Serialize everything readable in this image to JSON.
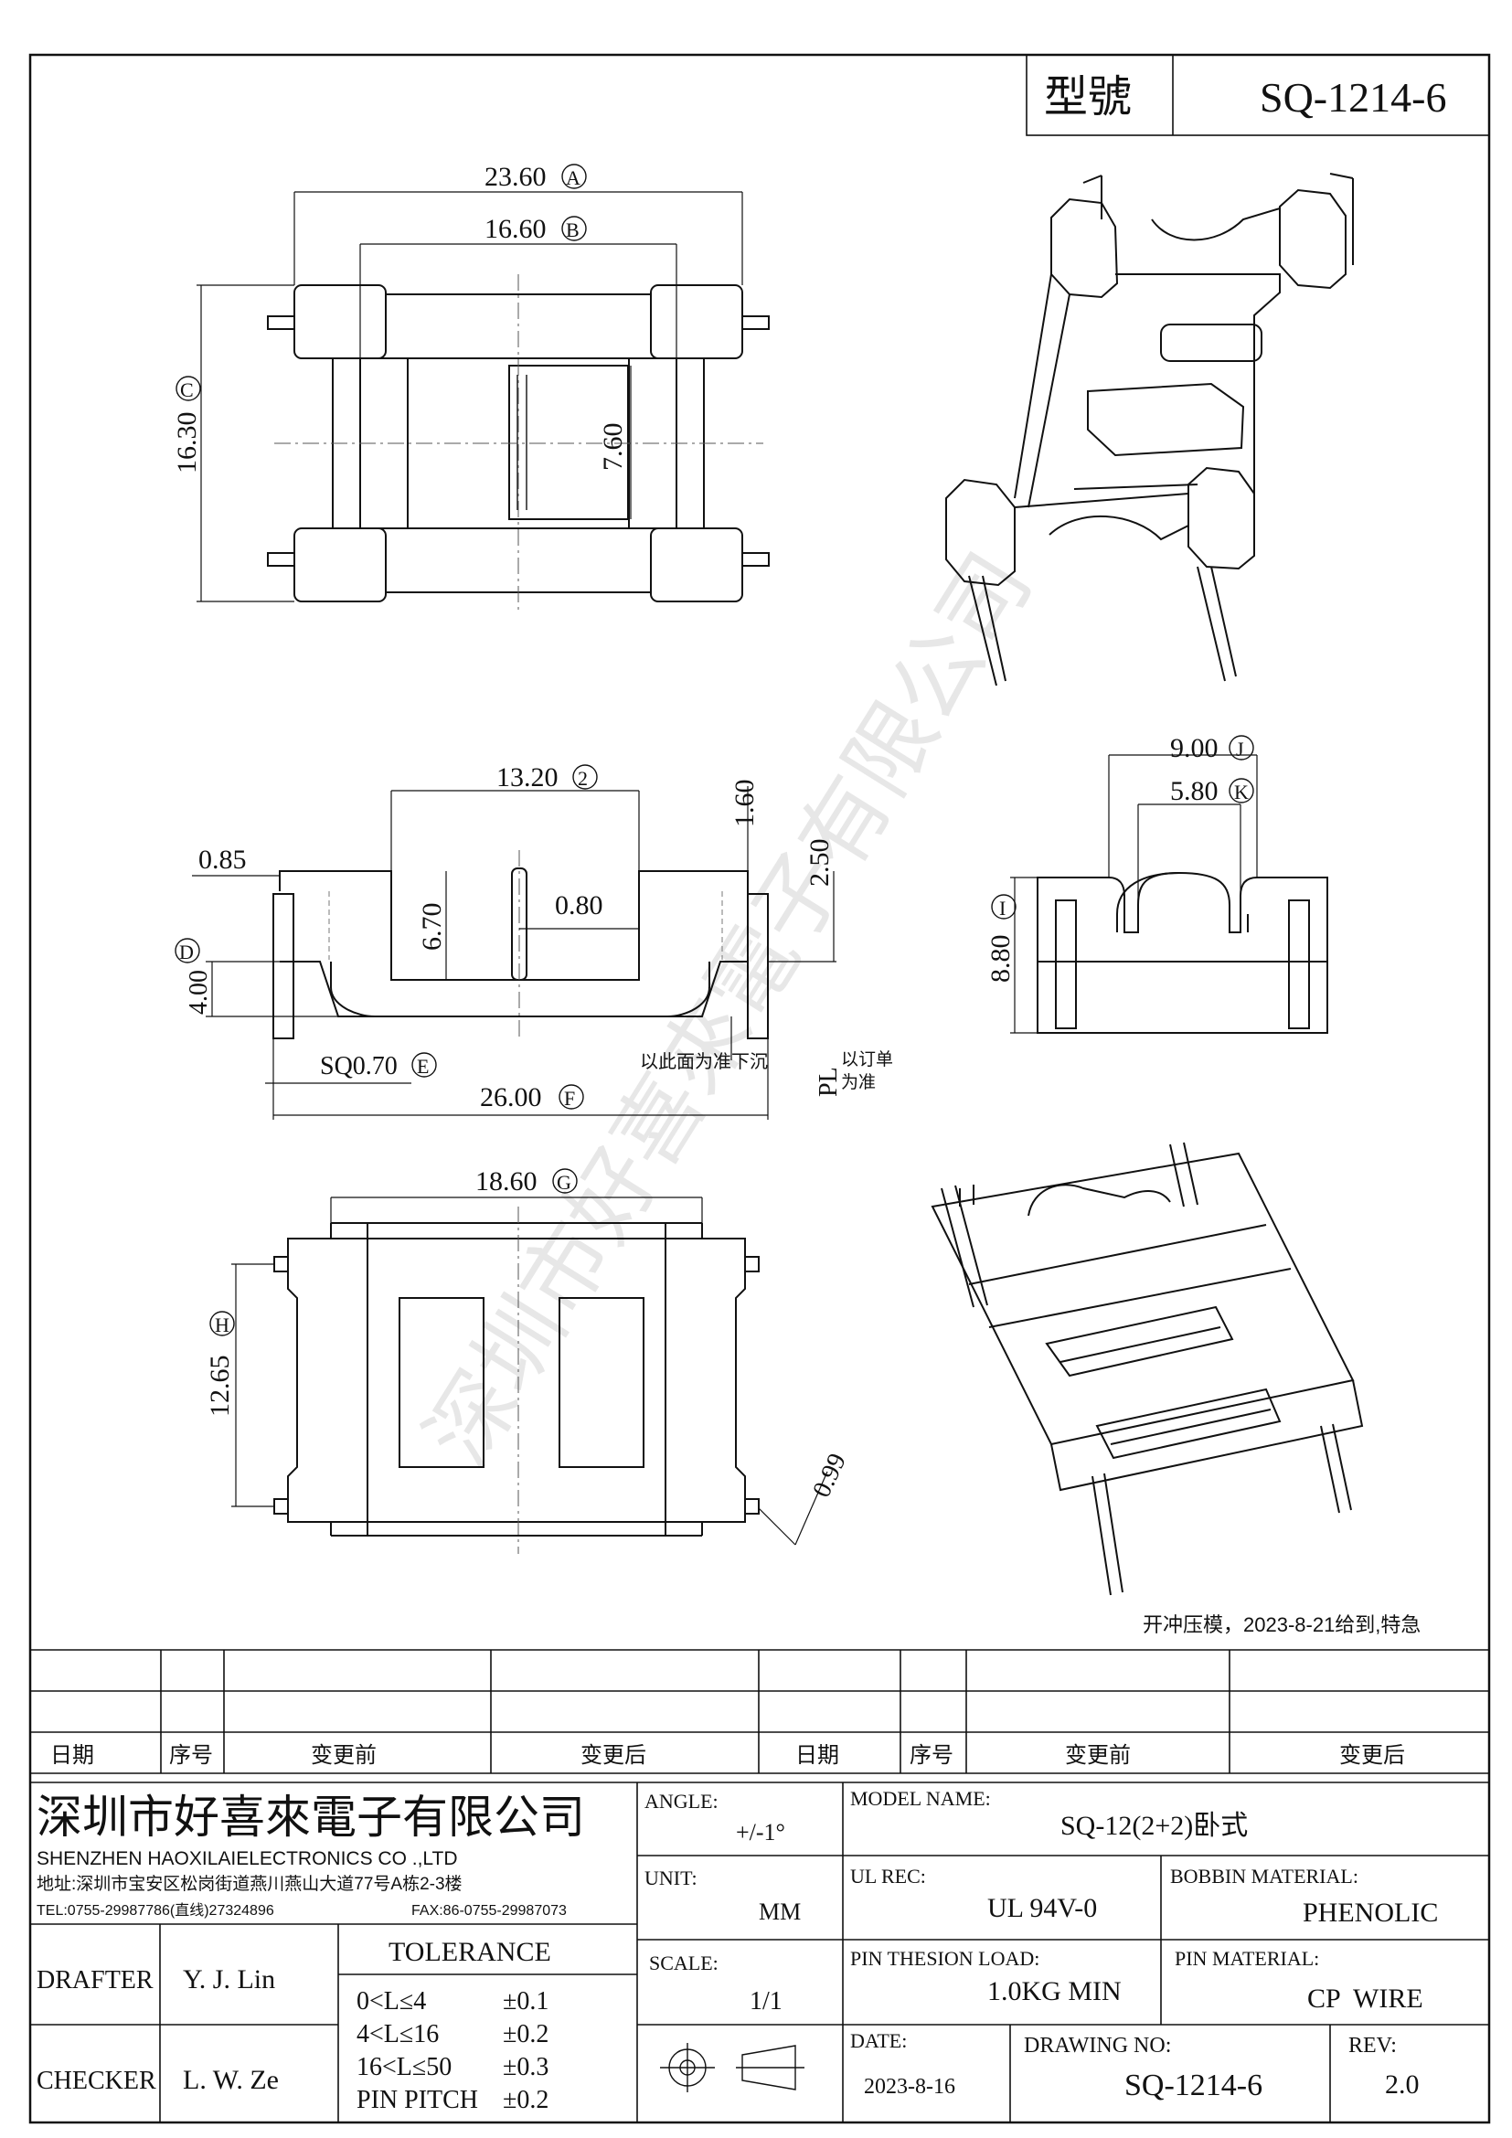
{
  "header": {
    "model_label": "型號",
    "model_value": "SQ-1214-6"
  },
  "dims_top": {
    "a": "23.60",
    "a_tag": "A",
    "b": "16.60",
    "b_tag": "B",
    "c": "16.30",
    "c_tag": "C",
    "inner": "7.60"
  },
  "dims_side": {
    "n2": "13.20",
    "n2_tag": "2",
    "h160": "1.60",
    "h250": "2.50",
    "d085": "0.85",
    "d670": "6.70",
    "d080": "0.80",
    "d_tag": "D",
    "d400": "4.00",
    "sq": "SQ0.70",
    "e_tag": "E",
    "f": "26.00",
    "f_tag": "F",
    "note_sink": "以此面为准下沉",
    "pl": "PL",
    "note_pl1": "以订单",
    "note_pl2": "为准"
  },
  "dims_end": {
    "j": "9.00",
    "j_tag": "J",
    "k": "5.80",
    "k_tag": "K",
    "i": "8.80",
    "i_tag": "I"
  },
  "dims_bottom": {
    "g": "18.60",
    "g_tag": "G",
    "h": "12.65",
    "h_tag": "H",
    "d099": "0.99"
  },
  "watermark": "深圳市好喜來電子有限公司",
  "revision_note": "开冲压模，2023-8-21给到,特急",
  "revision_headers": [
    "日期",
    "序号",
    "变更前",
    "变更后",
    "日期",
    "序号",
    "变更前",
    "变更后"
  ],
  "company": {
    "name_cn": "深圳市好喜來電子有限公司",
    "name_en": "SHENZHEN HAOXILAIELECTRONICS CO .,LTD",
    "address": "地址:深圳市宝安区松岗街道燕川燕山大道77号A栋2-3楼",
    "tel": "TEL:0755-29987786(直线)27324896",
    "fax": "FAX:86-0755-29987073"
  },
  "title_block": {
    "angle_label": "ANGLE:",
    "angle_value": "+/-1°",
    "model_name_label": "MODEL NAME:",
    "model_name_value": "SQ-12(2+2)卧式",
    "unit_label": "UNIT:",
    "unit_value": "MM",
    "ul_label": "UL REC:",
    "ul_value": "UL 94V-0",
    "bobbin_label": "BOBBIN MATERIAL:",
    "bobbin_value": "PHENOLIC",
    "scale_label": "SCALE:",
    "scale_value": "1/1",
    "pin_load_label": "PIN THESION LOAD:",
    "pin_load_value": "1.0KG MIN",
    "pin_mat_label": "PIN MATERIAL:",
    "pin_mat_value": "CP  WIRE",
    "date_label": "DATE:",
    "date_value": "2023-8-16",
    "drawing_no_label": "DRAWING NO:",
    "drawing_no_value": "SQ-1214-6",
    "rev_label": "REV:",
    "rev_value": "2.0",
    "drafter_label": "DRAFTER",
    "drafter_value": "Y. J. Lin",
    "checker_label": "CHECKER",
    "checker_value": "L. W. Ze",
    "tolerance_title": "TOLERANCE",
    "tolerance": [
      {
        "range": "0<L≤4",
        "tol": "±0.1"
      },
      {
        "range": "4<L≤16",
        "tol": "±0.2"
      },
      {
        "range": "16<L≤50",
        "tol": "±0.3"
      },
      {
        "range": "PIN PITCH",
        "tol": "±0.2"
      }
    ]
  }
}
